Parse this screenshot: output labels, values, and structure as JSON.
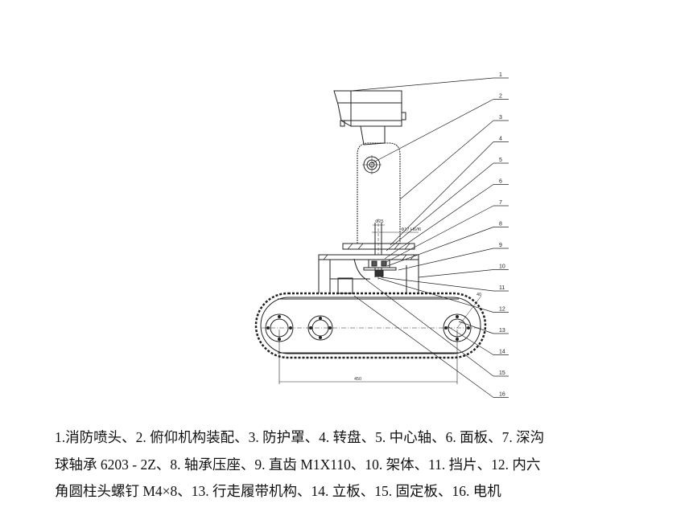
{
  "figure": {
    "part_numbers": [
      "1",
      "2",
      "3",
      "4",
      "5",
      "6",
      "7",
      "8",
      "9",
      "10",
      "11",
      "12",
      "13",
      "14",
      "15",
      "16"
    ],
    "dimensions": {
      "shaft_diameter": "Φ25",
      "bearing_fit": "Φ17 H6/f6",
      "wheel_spacing": "450",
      "wheel_radius": "40"
    }
  },
  "caption": {
    "lines": [
      "1.消防喷头、2. 俯仰机构装配、3. 防护罩、4. 转盘、5. 中心轴、6. 面板、7. 深沟",
      "球轴承 6203 - 2Z、8. 轴承压座、9. 直齿 M1X110、10. 架体、11. 挡片、12. 内六",
      "角圆柱头螺钉 M4×8、13. 行走履带机构、14. 立板、15. 固定板、16. 电机"
    ]
  }
}
